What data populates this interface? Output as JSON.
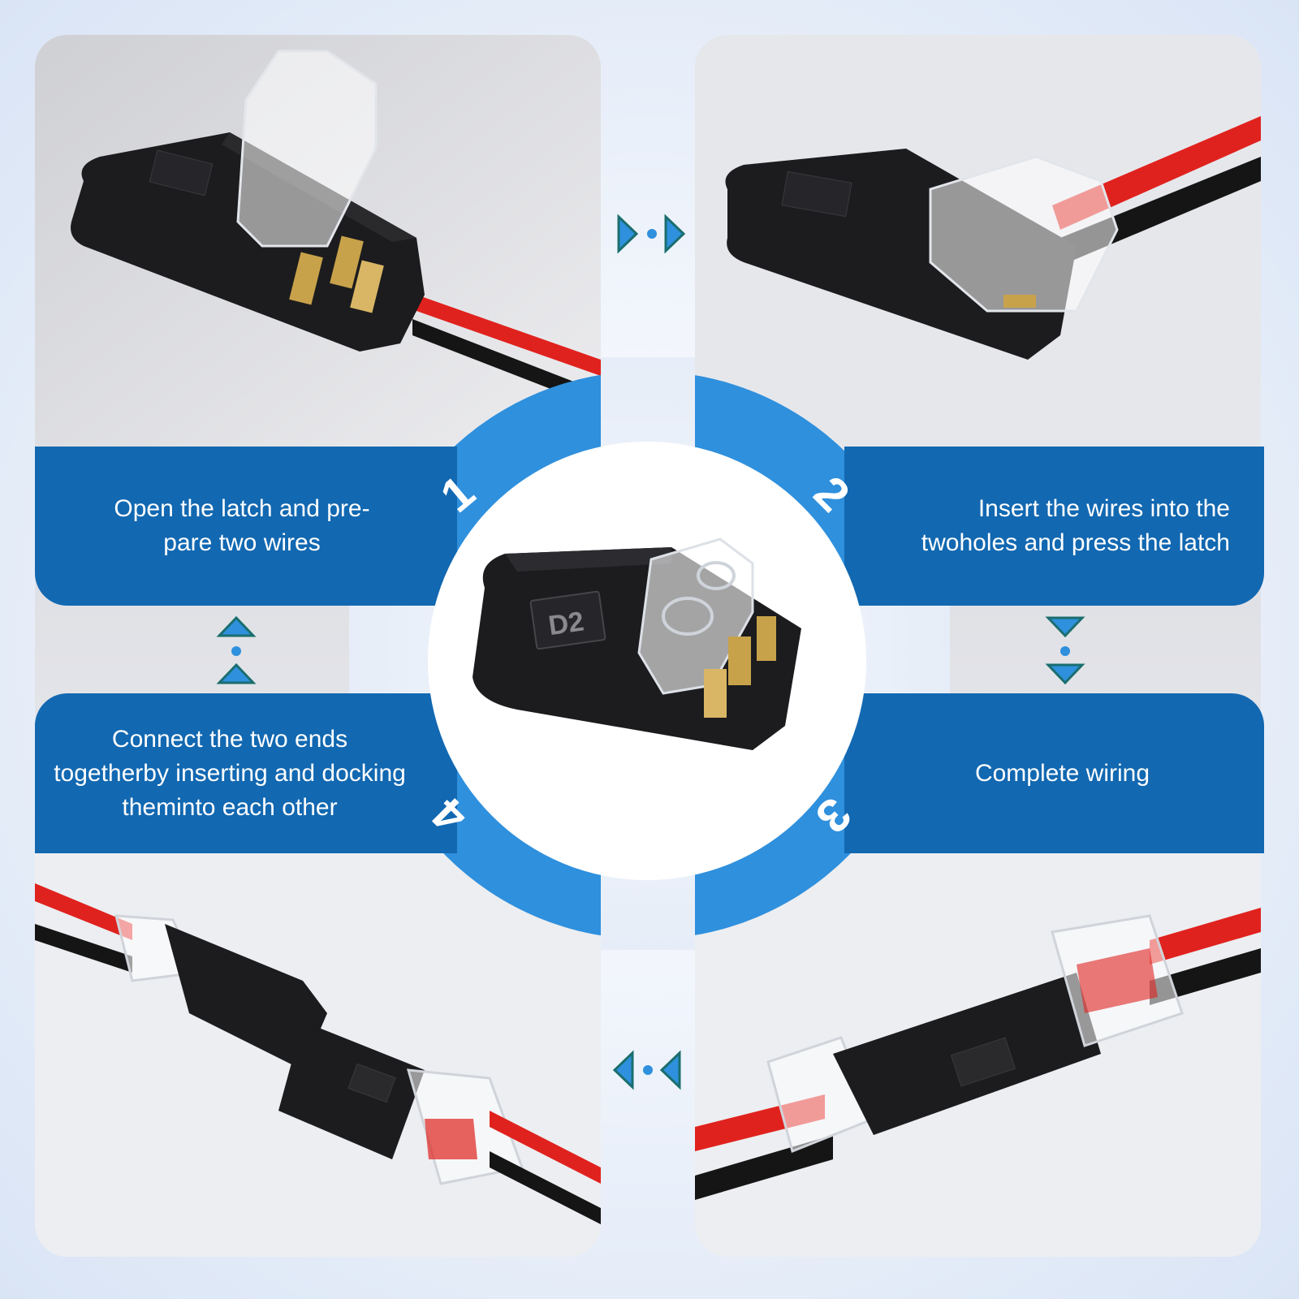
{
  "steps": [
    {
      "number": "1",
      "text": "Open the latch and pre-\npare two wires"
    },
    {
      "number": "2",
      "text": "Insert the wires into the twoholes and press the latch"
    },
    {
      "number": "3",
      "text": "Complete wiring"
    },
    {
      "number": "4",
      "text": "Connect the two ends togetherby inserting and docking theminto each other"
    }
  ],
  "connector_label": "D2",
  "colors": {
    "band": "#1268b1",
    "ring": "#2f90dd",
    "wire_red": "#e0221e",
    "wire_black": "#151515",
    "connector_body": "#1c1c1e",
    "contact_gold": "#c8a24a"
  },
  "icons": [
    "flow-arrow-right-icon",
    "flow-arrow-down-icon",
    "flow-arrow-left-icon",
    "flow-arrow-up-icon"
  ]
}
